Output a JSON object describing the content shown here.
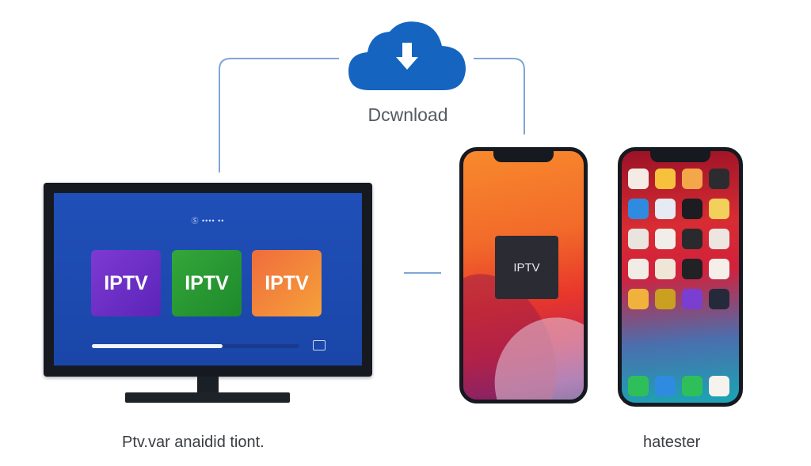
{
  "cloud": {
    "label": "Dcwnload",
    "icon": "cloud-download-icon",
    "color": "#1565c0"
  },
  "tv": {
    "header": "Ⓢ •••• ••",
    "tiles": [
      "IPTV",
      "IPTV",
      "IPTV"
    ],
    "progress": 0.63
  },
  "phone_left": {
    "app_label": "IPTV"
  },
  "phone_right": {
    "app_colors": [
      "#f4ece4",
      "#f6c23e",
      "#f4a74a",
      "#2c2c30",
      "#2f8be0",
      "#e6eaf2",
      "#1c1c22",
      "#f3d05b",
      "#e9e4de",
      "#f1ede8",
      "#2a2a2e",
      "#ede6e0",
      "#f2ece6",
      "#efe6d8",
      "#212126",
      "#f6eee8",
      "#f0b23c",
      "#c9a020",
      "#7a3ed0",
      "#242a3a"
    ],
    "dock_colors": [
      "#2fbf5a",
      "#2f8be0",
      "#2fbf5a",
      "#f6f2ee"
    ]
  },
  "captions": {
    "left": "Ptv.var anaidid tiont.",
    "right": "hatester"
  }
}
